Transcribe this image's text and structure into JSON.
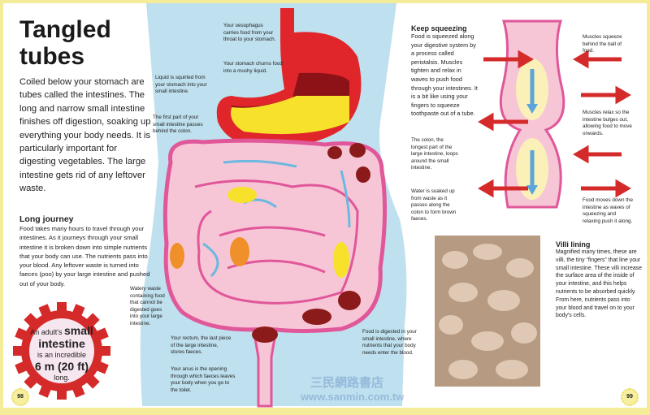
{
  "left_page": {
    "title": "Tangled tubes",
    "intro": "Coiled below your stomach are tubes called the intestines. The long and narrow small intestine finishes off digestion, soaking up everything your body needs. It is particularly important for digesting vegetables. The large intestine gets rid of any leftover waste.",
    "long_journey": {
      "heading": "Long journey",
      "text": "Food takes many hours to travel through your intestines. As it journeys through your small intestine it is broken down into simple nutrients that your body can use. The nutrients pass into your blood. Any leftover waste is turned into faeces (poo) by your large intestine and pushed out of your body."
    },
    "fact_badge": {
      "pre": "An adult's",
      "bold1": "small intestine",
      "mid": "is an incredible",
      "bold2": "6 m (20 ft)",
      "post": "long."
    },
    "page_number": "98"
  },
  "diagram": {
    "labels": {
      "oesophagus": "Your oesophagus carries food from your throat to your stomach.",
      "stomach": "Your stomach churns food into a mushy liquid.",
      "liquid": "Liquid is squirted from your stomach into your small intestine.",
      "first_part": "The first part of your small intestine passes behind the colon.",
      "colon": "The colon, the longest part of the large intestine, loops around the small intestine.",
      "water": "Water is soaked up from waste as it passes along the colon to form brown faeces.",
      "watery_waste": "Watery waste containing food that cannot be digested goes into your large intestine.",
      "rectum": "Your rectum, the last piece of the large intestine, stores faeces.",
      "anus": "Your anus is the opening through which faeces leaves your body when you go to the toilet.",
      "digested": "Food is digested in your small intestine, where nutrients that your body needs enter the blood."
    },
    "colors": {
      "body": "#bfe0ee",
      "stomach": "#e0262b",
      "intestine": "#f7c6d6",
      "intestine_edge": "#e0579a",
      "arrow": "#6bb8e0",
      "food": "#f7e12a",
      "faeces": "#8b1a1a"
    }
  },
  "right_page": {
    "keep_squeezing": {
      "heading": "Keep squeezing",
      "text": "Food is squeezed along your digestive system by a process called peristalsis. Muscles tighten and relax in waves to push food through your intestines. It is a bit like using your fingers to squeeze toothpaste out of a tube."
    },
    "peristalsis_labels": {
      "squeeze": "Muscles squeeze behind the ball of food.",
      "relax": "Muscles relax so the intestine bulges out, allowing food to move onwards.",
      "moves": "Food moves down the intestine as waves of squeezing and relaxing push it along."
    },
    "villi": {
      "heading": "Villi lining",
      "text": "Magnified many times, these are villi, the tiny “fingers” that line your small intestine. These villi increase the surface area of the inside of your intestine, and this helps nutrients to be absorbed quickly. From here, nutrients pass into your blood and travel on to your body's cells."
    },
    "page_number": "99"
  },
  "watermark": {
    "cn": "三民網路書店",
    "url": "www.sanmin.com.tw"
  }
}
